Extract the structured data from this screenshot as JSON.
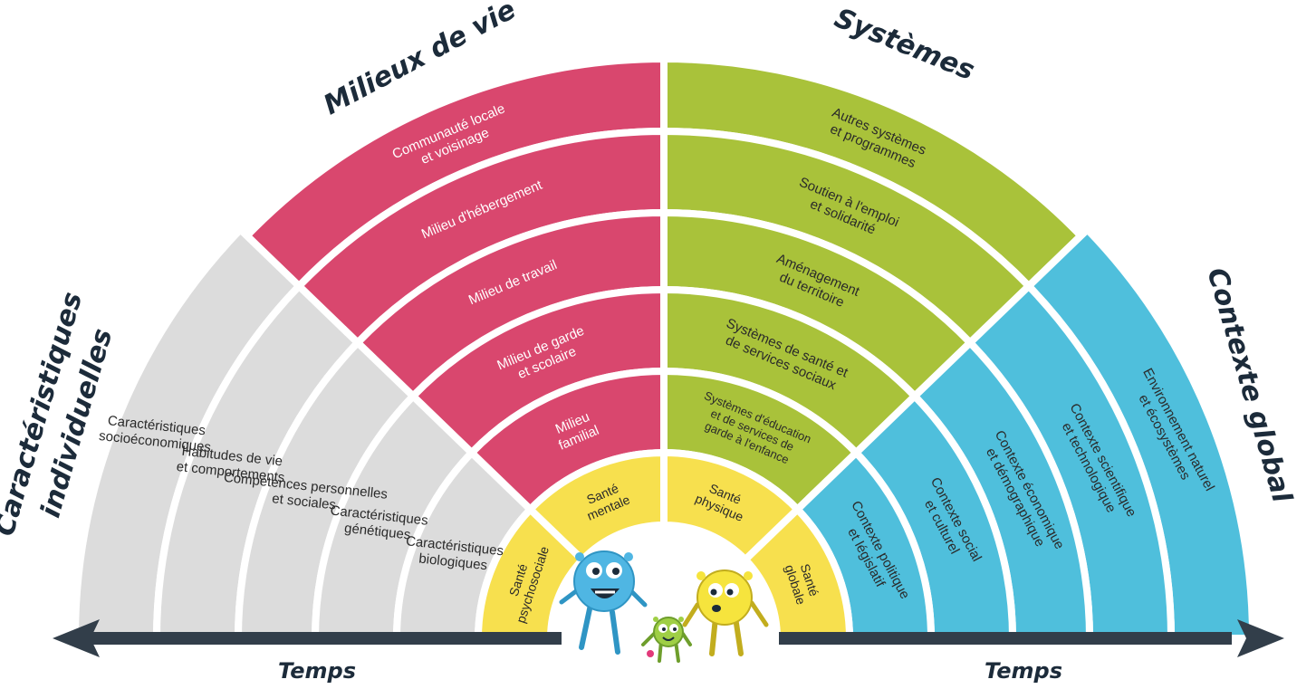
{
  "categories": {
    "individuelles": {
      "lines": [
        "Caractéristiques",
        "individuelles"
      ]
    },
    "milieux": {
      "text": "Milieux de vie"
    },
    "systemes": {
      "text": "Systèmes"
    },
    "contexte": {
      "text": "Contexte global"
    }
  },
  "time": {
    "left": "Temps",
    "right": "Temps"
  },
  "segments": {
    "individuelles": [
      {
        "lines": [
          "Caractéristiques",
          "socioéconomiques"
        ]
      },
      {
        "lines": [
          "Habitudes de vie",
          "et comportements"
        ]
      },
      {
        "lines": [
          "Compétences personnelles",
          "et sociales"
        ]
      },
      {
        "lines": [
          "Caractéristiques",
          "génétiques"
        ]
      },
      {
        "lines": [
          "Caractéristiques",
          "biologiques"
        ]
      }
    ],
    "milieux": [
      {
        "lines": [
          "Communauté locale",
          "et voisinage"
        ]
      },
      {
        "lines": [
          "Milieu d'hébergement"
        ]
      },
      {
        "lines": [
          "Milieu de travail"
        ]
      },
      {
        "lines": [
          "Milieu de garde",
          "et scolaire"
        ]
      },
      {
        "lines": [
          "Milieu",
          "familial"
        ]
      }
    ],
    "systemes": [
      {
        "lines": [
          "Autres systèmes",
          "et programmes"
        ]
      },
      {
        "lines": [
          "Soutien à l'emploi",
          "et solidarité"
        ]
      },
      {
        "lines": [
          "Aménagement",
          "du territoire"
        ]
      },
      {
        "lines": [
          "Systèmes de santé et",
          "de services sociaux"
        ]
      },
      {
        "lines": [
          "Systèmes d'éducation",
          "et de services de",
          "garde à l'enfance"
        ]
      }
    ],
    "contexte": [
      {
        "lines": [
          "Environnement naturel",
          "et écosystèmes"
        ]
      },
      {
        "lines": [
          "Contexte scientifique",
          "et technologique"
        ]
      },
      {
        "lines": [
          "Contexte économique",
          "et démographique"
        ]
      },
      {
        "lines": [
          "Contexte social",
          "et culturel"
        ]
      },
      {
        "lines": [
          "Contexte politique",
          "et législatif"
        ]
      }
    ],
    "sante": [
      {
        "lines": [
          "Santé",
          "psychosociale"
        ]
      },
      {
        "lines": [
          "Santé",
          "mentale"
        ]
      },
      {
        "lines": [
          "Santé",
          "physique"
        ]
      },
      {
        "lines": [
          "Santé",
          "globale"
        ]
      }
    ]
  },
  "colors": {
    "individuelles": "#dcdcdc",
    "milieux": "#d9476e",
    "systemes": "#a9c23a",
    "contexte": "#4fbfdc",
    "sante": "#f7e04e",
    "arrow": "#323e4a",
    "text_dark": "#2a2a2a",
    "text_light": "#ffffff"
  },
  "mascots": [
    {
      "name": "blue-mascot",
      "color": "#4fb6e3"
    },
    {
      "name": "green-mascot",
      "color": "#9fcf45"
    },
    {
      "name": "yellow-mascot",
      "color": "#f6e43d"
    }
  ]
}
